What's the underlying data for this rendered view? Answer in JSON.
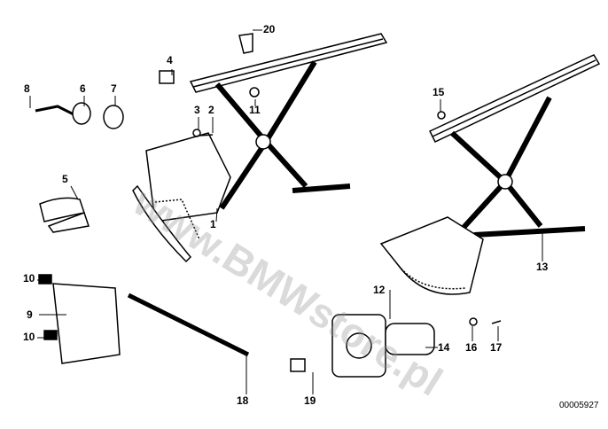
{
  "diagram": {
    "watermark": "www.BMWstore.pl",
    "drawing_number": "00005927",
    "callouts": {
      "p1": "1",
      "p2": "2",
      "p3": "3",
      "p4": "4",
      "p5": "5",
      "p6": "6",
      "p7": "7",
      "p8": "8",
      "p9": "9",
      "p10a": "10",
      "p10b": "10",
      "p11": "11",
      "p12": "12",
      "p13": "13",
      "p14": "14",
      "p15": "15",
      "p16": "16",
      "p17": "17",
      "p18": "18",
      "p19": "19",
      "p20": "20"
    }
  }
}
